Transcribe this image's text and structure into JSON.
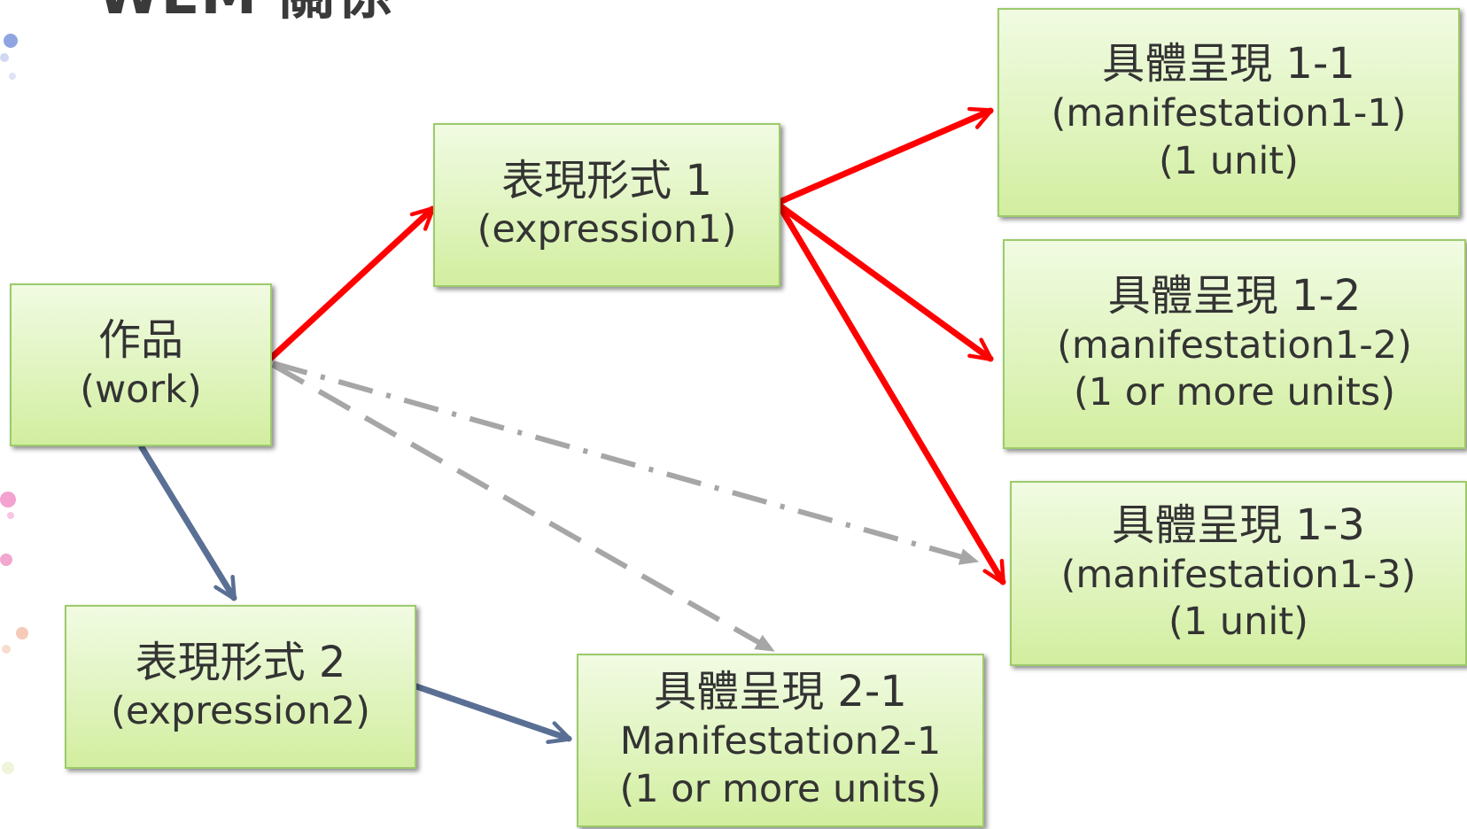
{
  "title": "WEM 關係",
  "nodes": {
    "work": {
      "name": "作品",
      "sub": "(work)"
    },
    "expression1": {
      "name": "表現形式 1",
      "sub": "(expression1)"
    },
    "expression2": {
      "name": "表現形式 2",
      "sub": "(expression2)"
    },
    "manifestation11": {
      "name": "具體呈現 1-1",
      "sub": "(manifestation1-1)",
      "units": "(1 unit)"
    },
    "manifestation12": {
      "name": "具體呈現 1-2",
      "sub": "(manifestation1-2)",
      "units": "(1 or more units)"
    },
    "manifestation13": {
      "name": "具體呈現 1-3",
      "sub": "(manifestation1-3)",
      "units": "(1 unit)"
    },
    "manifestation21": {
      "name": "具體呈現 2-1",
      "sub": "Manifestation2-1",
      "units": "(1 or more units)"
    }
  },
  "colors": {
    "red_arrow": "#ff0000",
    "blue_arrow": "#5a6f94",
    "gray_arrow": "#a6a6a6",
    "box_border": "#9ccb6b",
    "box_fill": "#dff3bd"
  }
}
